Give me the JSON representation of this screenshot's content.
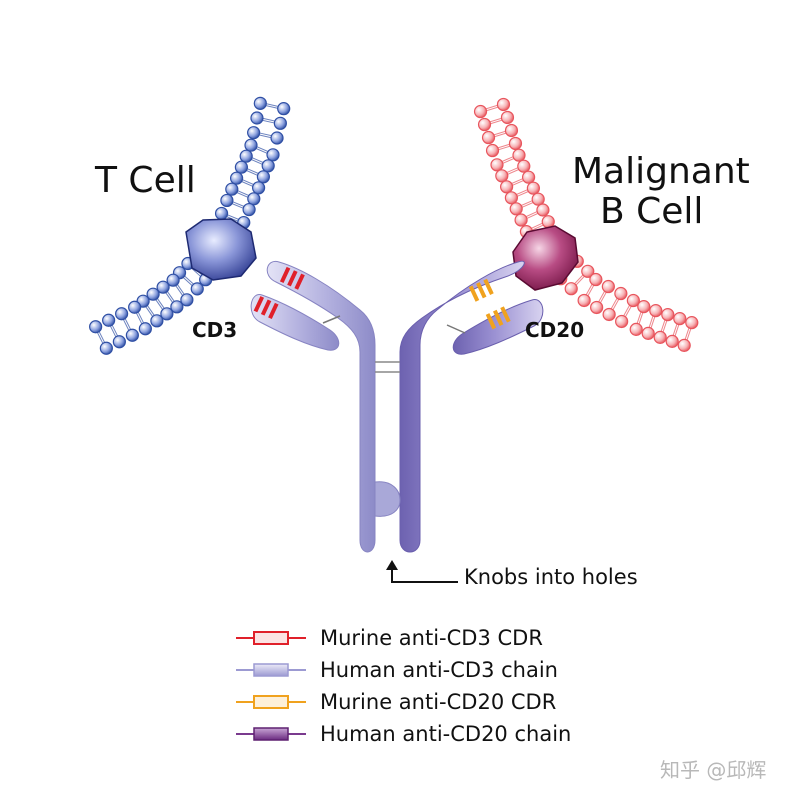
{
  "labels": {
    "t_cell": "T Cell",
    "malignant_line1": "Malignant",
    "malignant_line2": "B Cell",
    "cd3": "CD3",
    "cd20": "CD20",
    "knobs": "Knobs into holes"
  },
  "legend": [
    {
      "text": "Murine anti-CD3 CDR",
      "kind": "cdr",
      "color": "#e0202a"
    },
    {
      "text": "Human anti-CD3 chain",
      "kind": "chain",
      "color": "#a9a8d8"
    },
    {
      "text": "Murine anti-CD20 CDR",
      "kind": "cdr",
      "color": "#f0a21e"
    },
    {
      "text": "Human anti-CD20 chain",
      "kind": "chain",
      "color": "#7a3a8e"
    }
  ],
  "colors": {
    "t_membrane": "#2f4fa4",
    "b_membrane": "#e8555d",
    "cd3_receptor": "#2f3f9a",
    "cd20_receptor": "#8e1d55",
    "anti_cd3_chain": "#a9a8d8",
    "anti_cd20_chain": "#8a7fc6",
    "cd3_cdr": "#e0202a",
    "cd20_cdr": "#f0a21e"
  },
  "watermark": "知乎 @邱辉"
}
